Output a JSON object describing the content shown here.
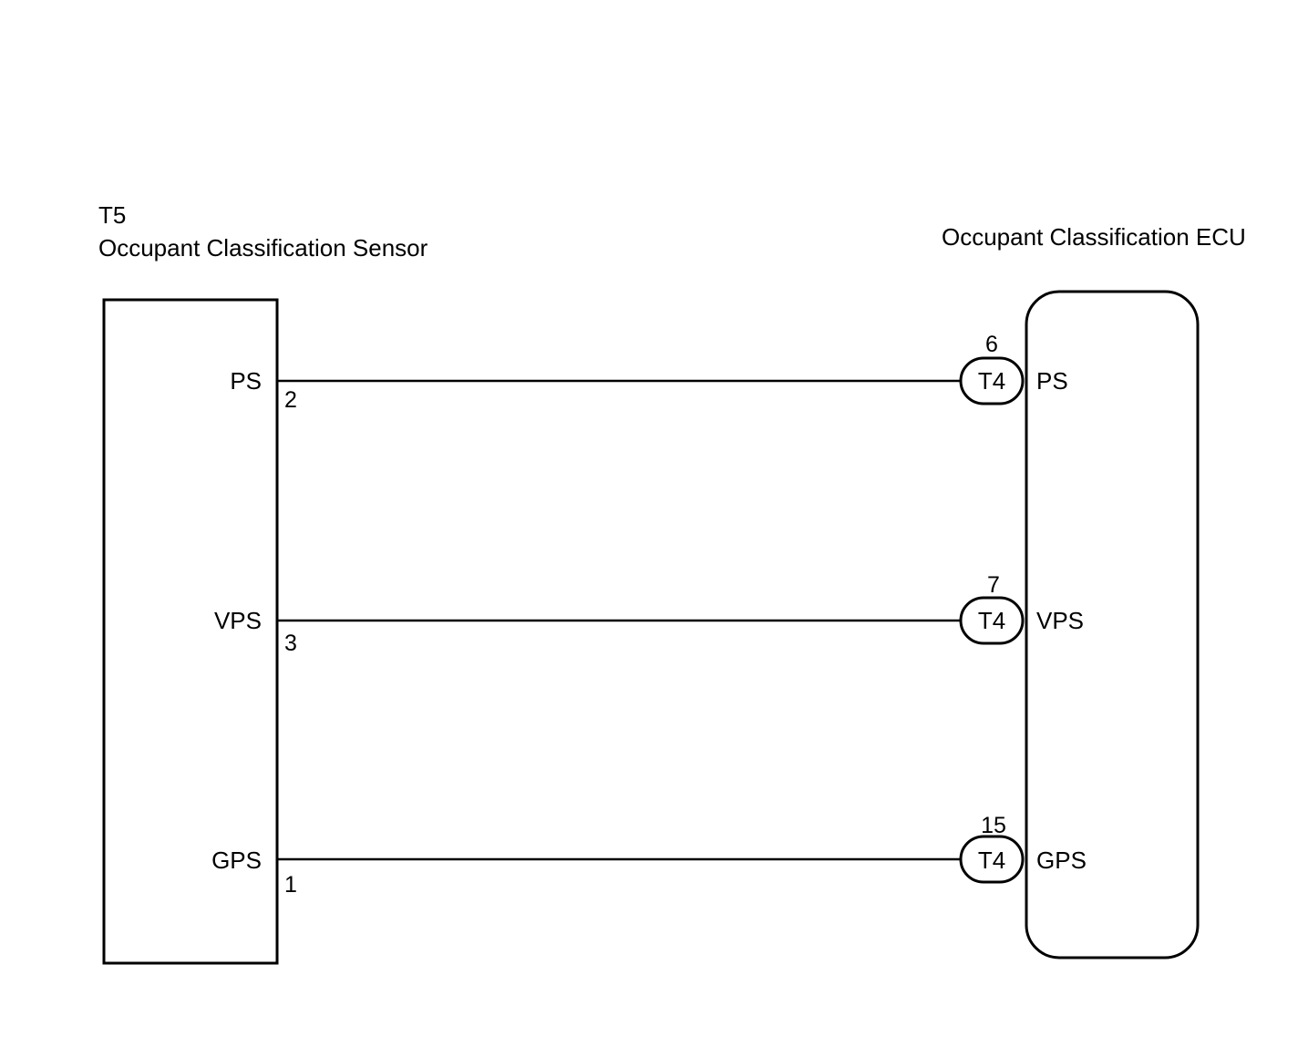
{
  "sensor": {
    "connector_code": "T5",
    "name": "Occupant Classification Sensor"
  },
  "ecu": {
    "name": "Occupant Classification ECU"
  },
  "wires": [
    {
      "signal": "PS",
      "sensor_pin": "2",
      "ecu_connector": "T4",
      "ecu_pin": "6",
      "ecu_signal": "PS"
    },
    {
      "signal": "VPS",
      "sensor_pin": "3",
      "ecu_connector": "T4",
      "ecu_pin": "7",
      "ecu_signal": "VPS"
    },
    {
      "signal": "GPS",
      "sensor_pin": "1",
      "ecu_connector": "T4",
      "ecu_pin": "15",
      "ecu_signal": "GPS"
    }
  ]
}
